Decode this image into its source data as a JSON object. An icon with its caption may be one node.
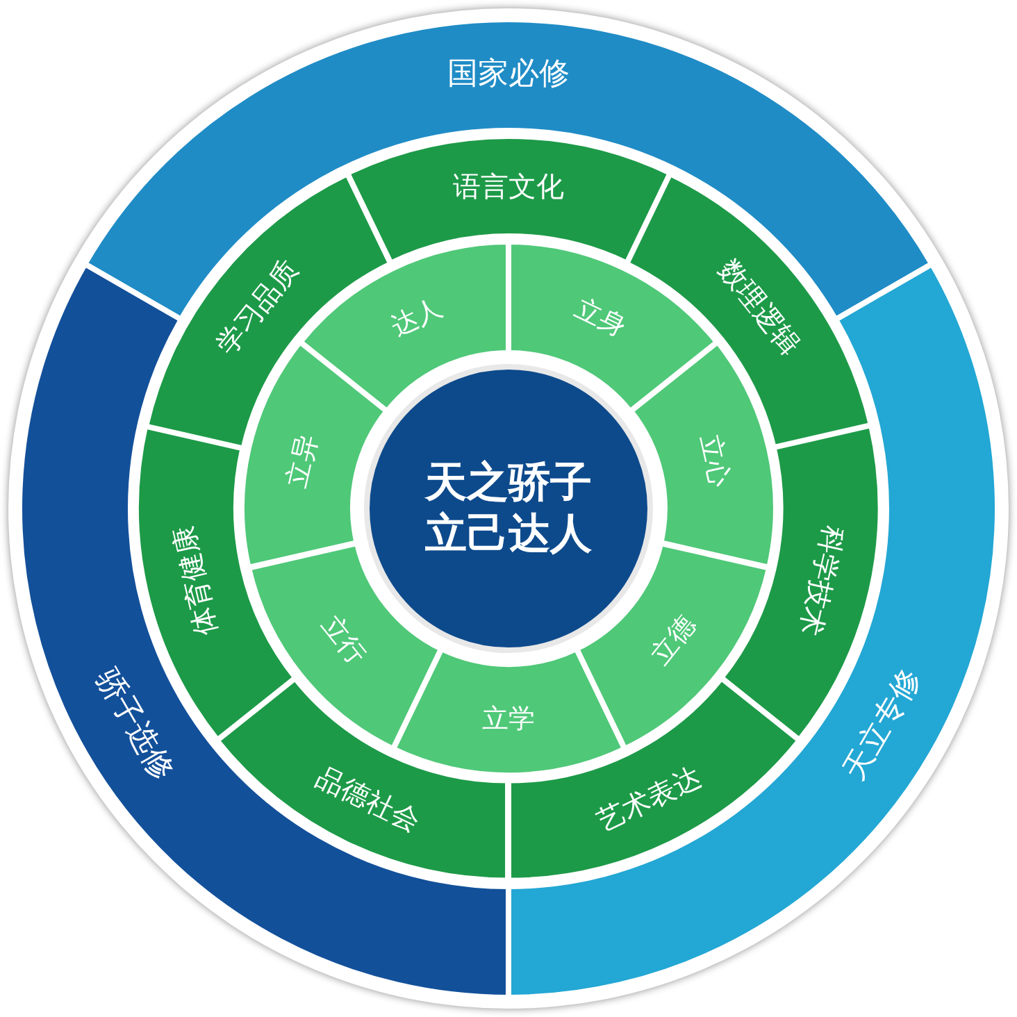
{
  "diagram": {
    "nodes": [
      {
        "text": [
          "国家必修"
        ]
      },
      {
        "text": [
          "天立专修"
        ]
      },
      {
        "text": [
          "骄子选修"
        ]
      },
      {
        "text": [
          "语言文化"
        ]
      },
      {
        "text": [
          "数理逻辑"
        ]
      },
      {
        "text": [
          "科学技术"
        ]
      },
      {
        "text": [
          "艺术表达"
        ]
      },
      {
        "text": [
          "品德社会"
        ]
      },
      {
        "text": [
          "体育健康"
        ]
      },
      {
        "text": [
          "学习品质"
        ]
      },
      {
        "text": [
          "达人"
        ]
      },
      {
        "text": [
          "立身"
        ]
      },
      {
        "text": [
          "立心"
        ]
      },
      {
        "text": [
          "立德"
        ]
      },
      {
        "text": [
          "立学"
        ]
      },
      {
        "text": [
          "立行"
        ]
      },
      {
        "text": [
          "立异"
        ]
      },
      {
        "text": [
          "天之骄子立己达人"
        ]
      }
    ]
  }
}
